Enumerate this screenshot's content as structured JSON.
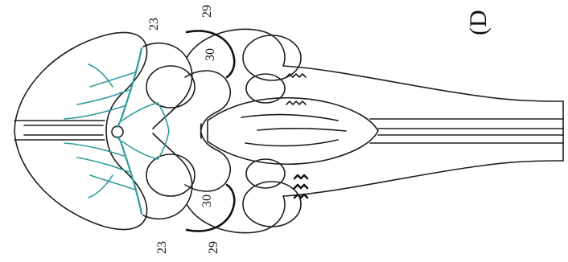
{
  "panel_label": "(D",
  "labels": {
    "top_23": "23",
    "top_29": "29",
    "top_30": "30",
    "bottom_30": "30",
    "bottom_23": "23",
    "bottom_29": "29"
  },
  "colors": {
    "outline": "#1e1e1e",
    "vessel": "#2f9c9b",
    "background": "#ffffff"
  }
}
